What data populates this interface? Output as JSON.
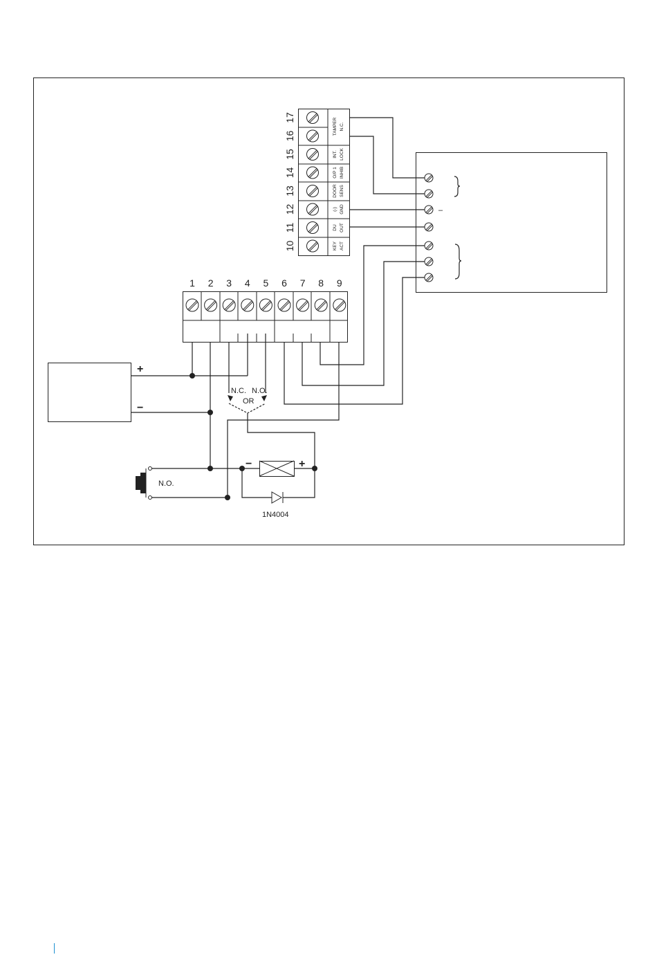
{
  "bottom_terminals": [
    "1",
    "2",
    "3",
    "4",
    "5",
    "6",
    "7",
    "8",
    "9"
  ],
  "side_terminals": [
    {
      "num": "17",
      "label_top": "TAMPER",
      "label_bottom": "N.C."
    },
    {
      "num": "16",
      "label_top": "",
      "label_bottom": ""
    },
    {
      "num": "15",
      "label_top": "INT.",
      "label_bottom": "LOCK"
    },
    {
      "num": "14",
      "label_top": "O/P 1",
      "label_bottom": "INHIB"
    },
    {
      "num": "13",
      "label_top": "DOOR",
      "label_bottom": "SENS"
    },
    {
      "num": "12",
      "label_top": "(-)",
      "label_bottom": "GND"
    },
    {
      "num": "11",
      "label_top": "DU",
      "label_bottom": "OUT"
    },
    {
      "num": "10",
      "label_top": "KEY",
      "label_bottom": "ACT"
    }
  ],
  "labels": {
    "plus": "+",
    "minus": "−",
    "nc": "N.C.",
    "no": "N.O.",
    "or": "OR",
    "button_no": "N.O.",
    "lock_minus": "−",
    "lock_plus": "+",
    "diode": "1N4004",
    "panel_gnd": "–"
  },
  "colors": {
    "line": "#222222",
    "accent": "#1b8fd0"
  }
}
